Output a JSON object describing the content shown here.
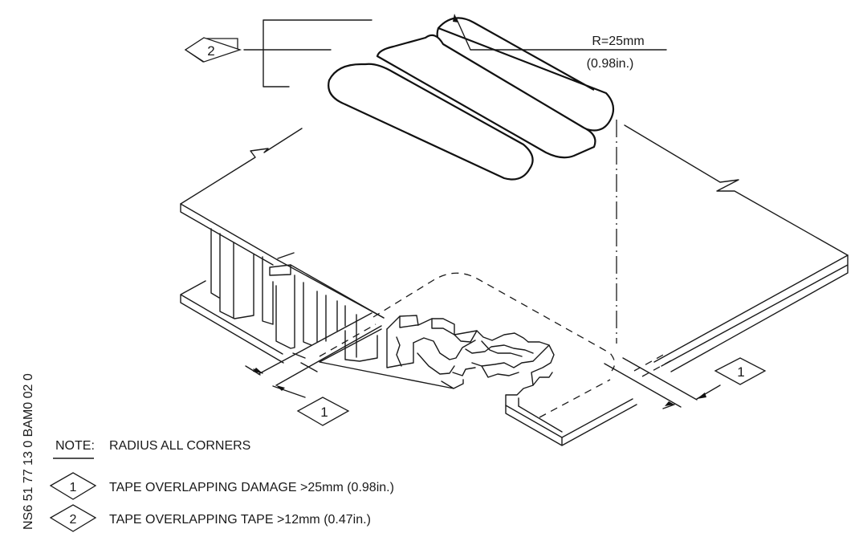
{
  "drawing_id": "NS6 51 77 13 0 BAM0 02 0",
  "radius_callout": {
    "value": "R=25mm",
    "imperial": "(0.98in.)"
  },
  "callouts": [
    {
      "id": "2",
      "location": "tape-overlap"
    },
    {
      "id": "1",
      "location": "left-damage-overlap"
    },
    {
      "id": "1",
      "location": "right-damage-overlap"
    }
  ],
  "note": {
    "label": "NOTE:",
    "text": "RADIUS ALL CORNERS"
  },
  "legend": [
    {
      "id": "1",
      "text": "TAPE OVERLAPPING DAMAGE >25mm (0.98in.)"
    },
    {
      "id": "2",
      "text": "TAPE OVERLAPPING TAPE >12mm (0.47in.)"
    }
  ]
}
